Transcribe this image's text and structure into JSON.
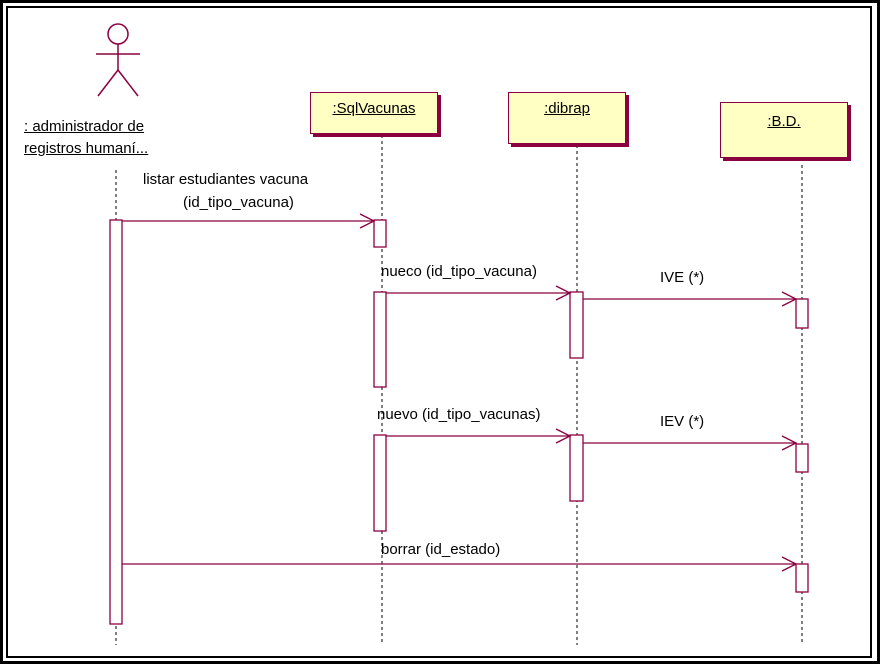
{
  "actor": {
    "label_line1": ": administrador de",
    "label_line2": "registros humaní..."
  },
  "objects": [
    {
      "id": "sqlvacunas",
      "label": ":SqlVacunas"
    },
    {
      "id": "dibrap",
      "label": ":dibrap"
    },
    {
      "id": "bd",
      "label": ":B.D."
    }
  ],
  "messages": [
    {
      "id": "m1",
      "label_line1": "listar estudiantes vacuna",
      "label_line2": "(id_tipo_vacuna)"
    },
    {
      "id": "m2",
      "label": "nueco (id_tipo_vacuna)"
    },
    {
      "id": "m3",
      "label": "IVE (*)"
    },
    {
      "id": "m4",
      "label": "nuevo (id_tipo_vacunas)"
    },
    {
      "id": "m5",
      "label": "IEV (*)"
    },
    {
      "id": "m6",
      "label": "borrar (id_estado)"
    }
  ],
  "colors": {
    "line": "#8b0040",
    "object_fill": "#ffffc4",
    "frame": "#000000"
  }
}
